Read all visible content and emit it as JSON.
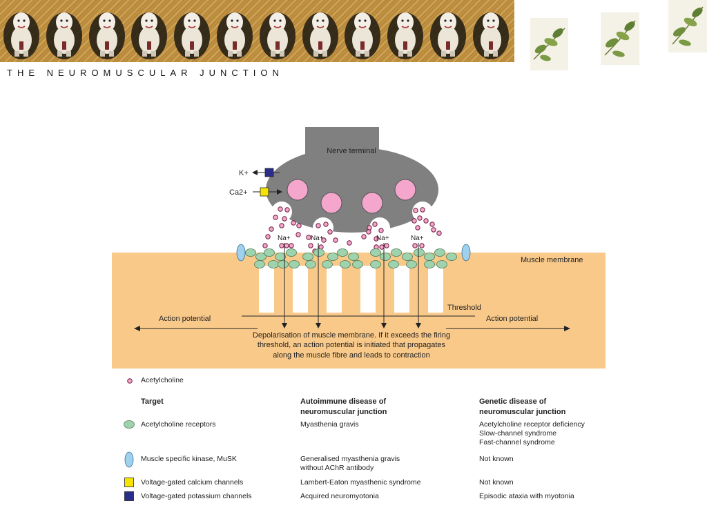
{
  "header": {
    "title": "THE NEUROMUSCULAR JUNCTION",
    "banner_count": 12
  },
  "diagram": {
    "nerve_terminal_label": "Nerve terminal",
    "k_label": "K+",
    "ca_label": "Ca2+",
    "na_label": "Na+",
    "muscle_membrane_label": "Muscle membrane",
    "threshold_label": "Threshold",
    "action_potential_left": "Action potential",
    "action_potential_right": "Action potential",
    "depolarisation_line1": "Depolarisation of muscle membrane. If it exceeds the firing",
    "depolarisation_line2": "threshold, an action potential is initiated that propagates",
    "depolarisation_line3": "along the muscle fibre and leads to contraction",
    "colors": {
      "nerve": "#808080",
      "vesicle": "#f4a6cc",
      "muscle": "#f9c98a",
      "receptor": "#9fd3ad",
      "musk": "#9fd1ee",
      "calcium": "#f5e400",
      "potassium": "#2b2d8a"
    }
  },
  "legend": {
    "acetylcholine": "Acetylcholine",
    "headers": {
      "target": "Target",
      "autoimmune": "Autoimmune disease of\nneuromuscular junction",
      "genetic": "Genetic disease of\nneuromuscular junction"
    },
    "rows": [
      {
        "icon": "receptor-icon",
        "target": "Acetylcholine receptors",
        "autoimmune": "Myasthenia gravis",
        "genetic": "Acetylcholine receptor deficiency\nSlow-channel syndrome\nFast-channel syndrome"
      },
      {
        "icon": "musk-icon",
        "target": "Muscle specific kinase, MuSK",
        "autoimmune": "Generalised myasthenia gravis\nwithout AChR antibody",
        "genetic": "Not known"
      },
      {
        "icon": "calcium-channel-icon",
        "target": "Voltage-gated calcium channels",
        "autoimmune": "Lambert-Eaton myasthenic syndrome",
        "genetic": "Not known"
      },
      {
        "icon": "potassium-channel-icon",
        "target": "Voltage-gated potassium channels",
        "autoimmune": "Acquired neuromyotonia",
        "genetic": "Episodic ataxia with myotonia"
      }
    ]
  }
}
